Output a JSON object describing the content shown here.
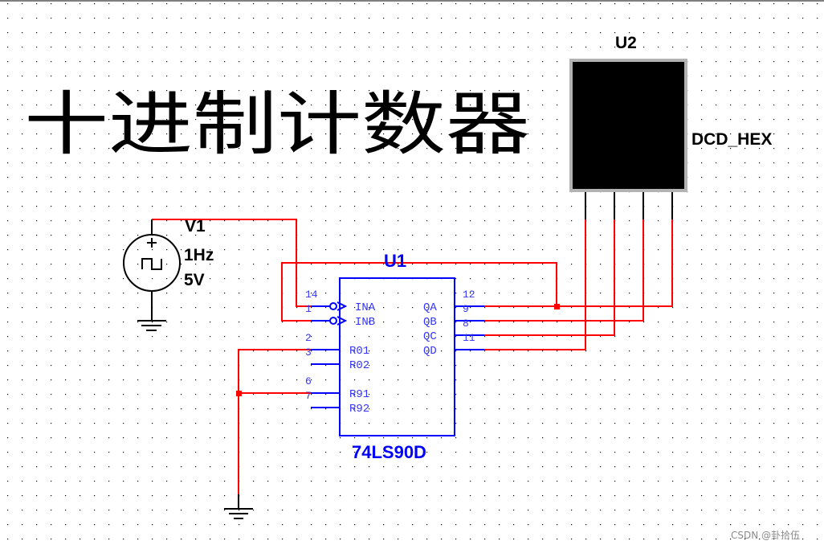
{
  "title": "十进制计数器",
  "colors": {
    "wire": "#ff0000",
    "component_blue": "#0000ff",
    "pin_text": "#3333ff",
    "display_fill": "#000000",
    "display_border": "#b3b3b3",
    "grid_dot": "#000000"
  },
  "source": {
    "ref": "V1",
    "frequency": "1Hz",
    "amplitude": "5V",
    "symbol": "square-wave-clock-source"
  },
  "display": {
    "ref": "U2",
    "type": "DCD_HEX"
  },
  "counter": {
    "ref": "U1",
    "part": "74LS90D",
    "left_pins": [
      {
        "num": "14",
        "name": "INA",
        "inverted_clock": true
      },
      {
        "num": "1",
        "name": "INB",
        "inverted_clock": true
      },
      {
        "num": "2",
        "name": "R01"
      },
      {
        "num": "3",
        "name": "R02"
      },
      {
        "num": "6",
        "name": "R91"
      },
      {
        "num": "7",
        "name": "R92"
      }
    ],
    "right_pins": [
      {
        "num": "12",
        "name": "QA"
      },
      {
        "num": "9",
        "name": "QB"
      },
      {
        "num": "8",
        "name": "QC"
      },
      {
        "num": "11",
        "name": "QD"
      }
    ]
  },
  "watermark": "CSDN @卦拾伍"
}
